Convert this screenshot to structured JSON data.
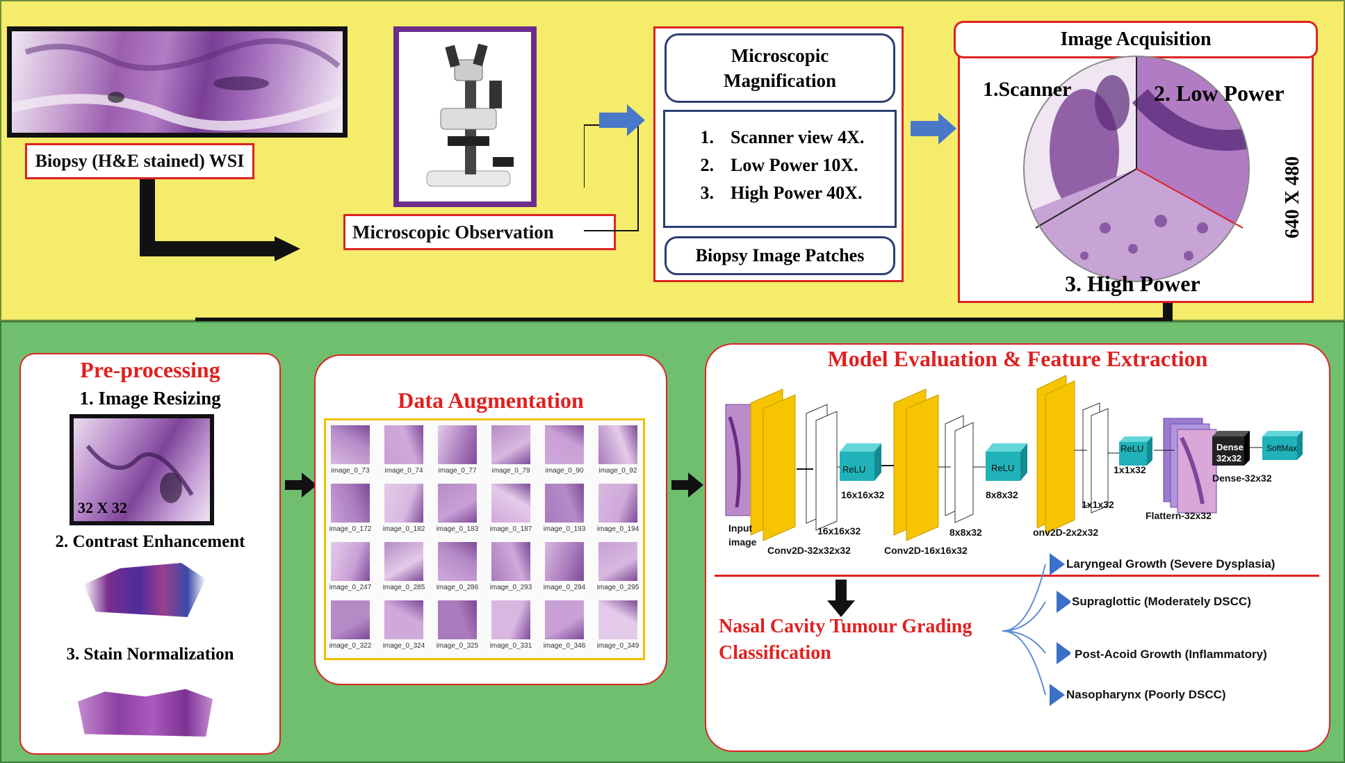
{
  "top": {
    "wsi_label": "Biopsy (H&E stained) WSI",
    "microscope_label": "Microscopic Observation",
    "magnification_title": "Microscopic Magnification",
    "magnifications": [
      {
        "num": "1.",
        "text": "Scanner view 4X."
      },
      {
        "num": "2.",
        "text": "Low Power 10X."
      },
      {
        "num": "3.",
        "text": "High Power 40X."
      }
    ],
    "patches_label": "Biopsy Image Patches",
    "acquisition_title": "Image Acquisition",
    "acq_scanner": "1.Scanner",
    "acq_low": "2. Low Power",
    "acq_high": "3. High Power",
    "acq_size": "640 X 480"
  },
  "preprocessing": {
    "title": "Pre-processing",
    "step1": "1. Image Resizing",
    "resize_label": "32 X 32",
    "step2": "2. Contrast Enhancement",
    "step3": "3. Stain Normalization"
  },
  "augmentation": {
    "title": "Data Augmentation",
    "rows": [
      [
        "image_0_73",
        "image_0_74",
        "image_0_77",
        "image_0_79",
        "image_0_90",
        "image_0_92"
      ],
      [
        "image_0_172",
        "image_0_182",
        "image_0_183",
        "image_0_187",
        "image_0_193",
        "image_0_194"
      ],
      [
        "image_0_247",
        "image_0_285",
        "image_0_286",
        "image_0_293",
        "image_0_294",
        "image_0_295"
      ],
      [
        "image_0_322",
        "image_0_324",
        "image_0_325",
        "image_0_331",
        "image_0_346",
        "image_0_349"
      ]
    ]
  },
  "model": {
    "title": "Model Evaluation & Feature Extraction",
    "input_label_1": "Input",
    "input_label_2": "image",
    "conv1": "Conv2D-32x32x32",
    "conv2": "Conv2D-16x16x32",
    "conv3": "onv2D-2x2x32",
    "relu1": "ReLU",
    "relu2": "ReLU",
    "relu3": "ReLU",
    "size_16a": "16x16x32",
    "size_16b": "16x16x32",
    "size_8a": "8x8x32",
    "size_8b": "8x8x32",
    "size_1a": "1x1x32",
    "size_1b": "1x1x32",
    "flatten": "Flattern-32x32",
    "dense_box_1": "Dense",
    "dense_box_2": "32x32",
    "dense_label": "Dense-32x32",
    "softmax": "SoftMax"
  },
  "classification": {
    "title_1": "Nasal Cavity Tumour  Grading",
    "title_2": "Classification",
    "classes": [
      "Laryngeal Growth (Severe Dysplasia)",
      "Supraglottic (Moderately DSCC)",
      "Post-Acoid Growth (Inflammatory)",
      "Nasopharynx (Poorly DSCC)"
    ]
  },
  "colors": {
    "top_bg": "#f5ec6b",
    "bottom_bg": "#6fbf6f",
    "accent_red": "#e02020",
    "arrow_blue": "#4a78c8",
    "conv_yellow": "#f6c400",
    "relu_teal": "#1fb2b8"
  }
}
